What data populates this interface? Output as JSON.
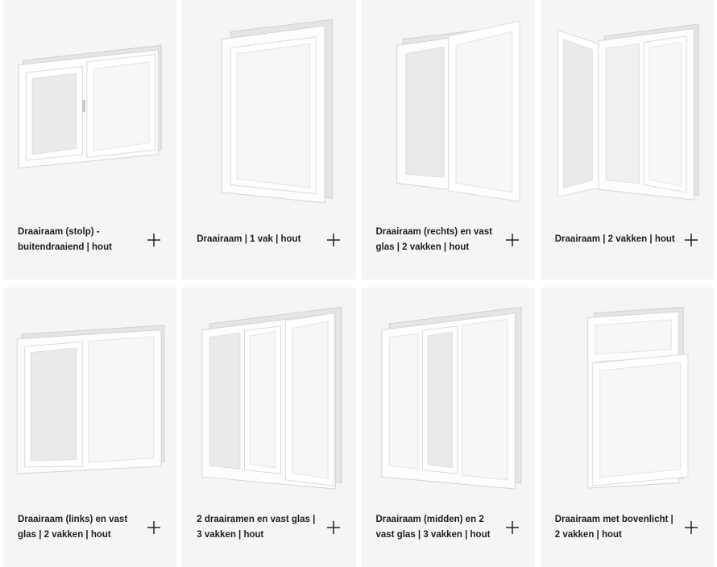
{
  "page": {
    "background_color": "#ffffff",
    "card_background_color": "#f5f5f6",
    "text_color": "#1d1d1f"
  },
  "icons": {
    "add": "plus-icon"
  },
  "cards": [
    {
      "label": "Draairaam (stolp) - buitendraaiend | hout",
      "illustration": "stolp-double-casement-window"
    },
    {
      "label": "Draairaam | 1 vak | hout",
      "illustration": "single-pane-casement-window"
    },
    {
      "label": "Draairaam (rechts) en vast glas | 2 vakken | hout",
      "illustration": "right-casement-with-fixed-glass-window"
    },
    {
      "label": "Draairaam | 2 vakken | hout",
      "illustration": "two-pane-casement-window-open-left"
    },
    {
      "label": "Draairaam (links) en vast glas | 2 vakken | hout",
      "illustration": "left-casement-with-fixed-glass-window"
    },
    {
      "label": "2 draairamen en vast glas | 3 vakken | hout",
      "illustration": "two-casements-with-fixed-glass-window"
    },
    {
      "label": "Draairaam (midden) en 2 vast glas | 3 vakken | hout",
      "illustration": "middle-casement-with-two-fixed-glass-window"
    },
    {
      "label": "Draairaam met bovenlicht | 2 vakken | hout",
      "illustration": "casement-window-with-top-light"
    }
  ]
}
